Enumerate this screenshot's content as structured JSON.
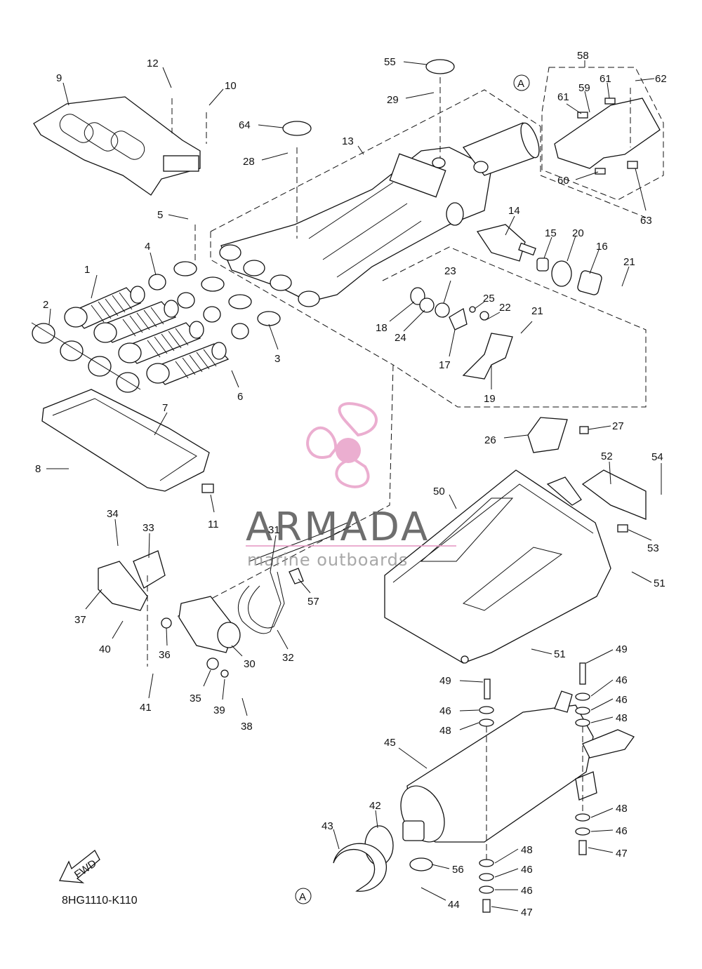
{
  "diagram_code": "8HG1110-K110",
  "fwd_label": "FWD",
  "ref_marker": "A",
  "watermark": {
    "title": "ARMADA",
    "subtitle": "marine outboards",
    "accent_color": "#e8a0c8"
  },
  "callouts": [
    "1",
    "2",
    "3",
    "4",
    "5",
    "6",
    "7",
    "8",
    "9",
    "10",
    "11",
    "12",
    "13",
    "14",
    "15",
    "16",
    "17",
    "18",
    "19",
    "20",
    "21",
    "21",
    "22",
    "23",
    "24",
    "25",
    "26",
    "27",
    "28",
    "29",
    "30",
    "31",
    "32",
    "33",
    "34",
    "35",
    "36",
    "37",
    "38",
    "39",
    "40",
    "41",
    "42",
    "43",
    "44",
    "45",
    "46",
    "46",
    "46",
    "46",
    "46",
    "46",
    "47",
    "47",
    "48",
    "48",
    "48",
    "48",
    "49",
    "49",
    "50",
    "51",
    "51",
    "52",
    "53",
    "54",
    "55",
    "56",
    "57",
    "58",
    "59",
    "60",
    "61",
    "61",
    "62",
    "63",
    "64"
  ]
}
